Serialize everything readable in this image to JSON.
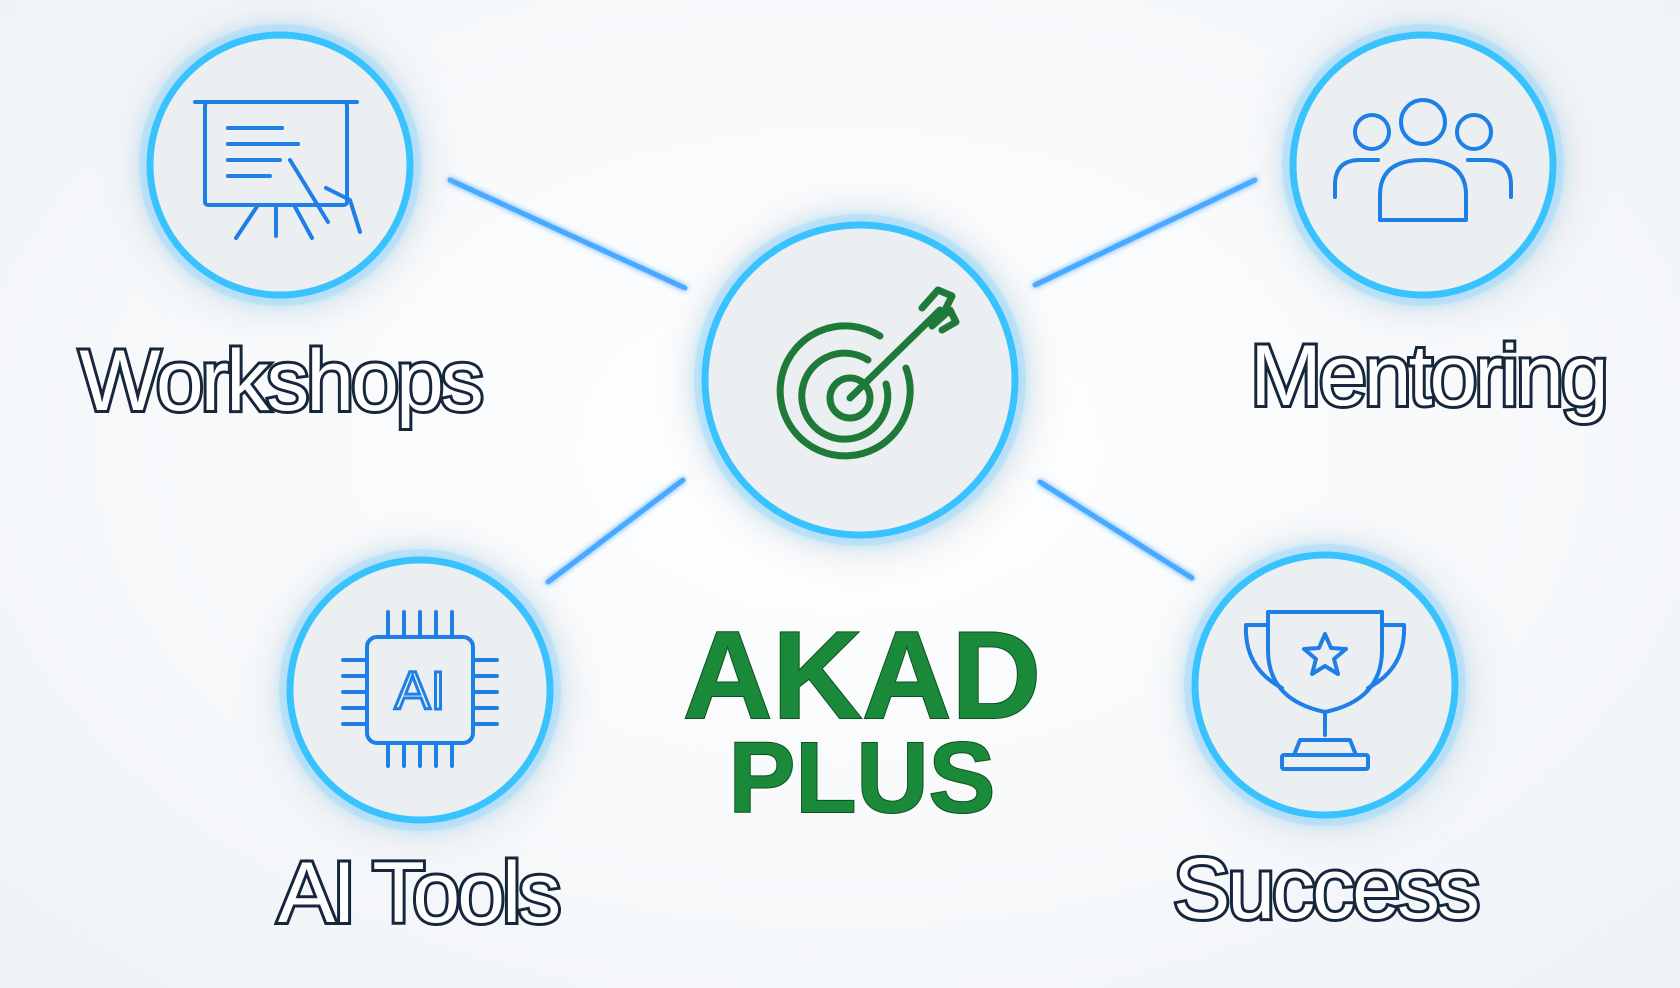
{
  "diagram": {
    "center": {
      "icon": "target-arrow-icon",
      "brand_line1": "AKAD",
      "brand_line2": "PLUS"
    },
    "nodes": [
      {
        "id": "workshops",
        "label": "Workshops",
        "icon": "presentation-board-icon"
      },
      {
        "id": "mentoring",
        "label": "Mentoring",
        "icon": "group-people-icon"
      },
      {
        "id": "ai-tools",
        "label": "AI Tools",
        "icon": "ai-chip-icon",
        "icon_text": "AI"
      },
      {
        "id": "success",
        "label": "Success",
        "icon": "trophy-star-icon"
      }
    ]
  },
  "colors": {
    "ring": "#39c3ff",
    "icon": "#1e7fe6",
    "connector": "#4aa8ff",
    "brand_green": "#1a8a3a",
    "label_fill": "#ffffff",
    "label_outline": "#16263c"
  }
}
